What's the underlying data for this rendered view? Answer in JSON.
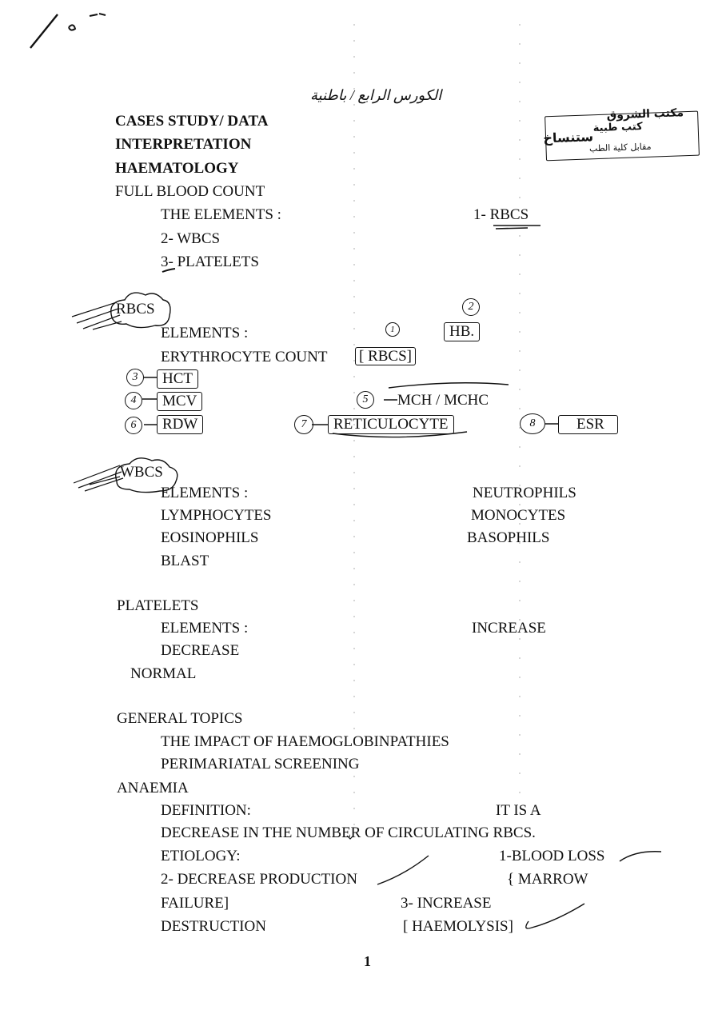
{
  "header": {
    "arabic_title": "الكورس الرابع / باطنية"
  },
  "stamp": {
    "line1": "مكتب الشروق",
    "line2": "كتب طبية",
    "line3": "ستنساخ",
    "line4": "مقابل كلية الطب"
  },
  "title": {
    "line1": "CASES STUDY/ DATA",
    "line2": "INTERPRETATION",
    "line3": "HAEMATOLOGY"
  },
  "fbc": {
    "heading": "FULL BLOOD COUNT",
    "elements_label": "THE ELEMENTS :",
    "item1": "1- RBCS",
    "item2": "2- WBCS",
    "item3": "3- PLATELETS"
  },
  "rbcs": {
    "heading": "RBCS",
    "elements_label": "ELEMENTS :",
    "erythrocyte_count": "ERYTHROCYTE COUNT",
    "rbcs_box": "[ RBCS]",
    "hb": "HB.",
    "hct": "HCT",
    "mcv": "MCV",
    "mch": "MCH / MCHC",
    "rdw": "RDW",
    "reticulocyte": "RETICULOCYTE",
    "esr": "ESR",
    "num1": "1",
    "num2": "2",
    "num3": "3",
    "num4": "4",
    "num5": "5",
    "num6": "6",
    "num7": "7",
    "num8": "8"
  },
  "wbcs": {
    "heading": "WBCS",
    "elements_label": "ELEMENTS :",
    "neutrophils": "NEUTROPHILS",
    "lymphocytes": "LYMPHOCYTES",
    "monocytes": "MONOCYTES",
    "eosinophils": "EOSINOPHILS",
    "basophils": "BASOPHILS",
    "blast": "BLAST"
  },
  "platelets": {
    "heading": "PLATELETS",
    "elements_label": "ELEMENTS :",
    "increase": "INCREASE",
    "decrease": "DECREASE",
    "normal": "NORMAL"
  },
  "general": {
    "heading": "GENERAL TOPICS",
    "topic1": "THE IMPACT OF HAEMOGLOBINPATHIES",
    "topic2": "PERIMARIATAL SCREENING"
  },
  "anaemia": {
    "heading": "ANAEMIA",
    "definition_label": "DEFINITION:",
    "definition_a": "IT IS A",
    "definition_b": "DECREASE IN THE NUMBER OF CIRCULATING RBCS.",
    "etiology_label": "ETIOLOGY:",
    "cause1": "1-BLOOD LOSS",
    "cause2": "2- DECREASE PRODUCTION",
    "cause2_note_a": "{ MARROW",
    "cause2_note_b": "FAILURE]",
    "cause3": "3- INCREASE",
    "cause3_b": "DESTRUCTION",
    "cause3_note": "[ HAEMOLYSIS]"
  },
  "footer": {
    "page_number": "1"
  }
}
